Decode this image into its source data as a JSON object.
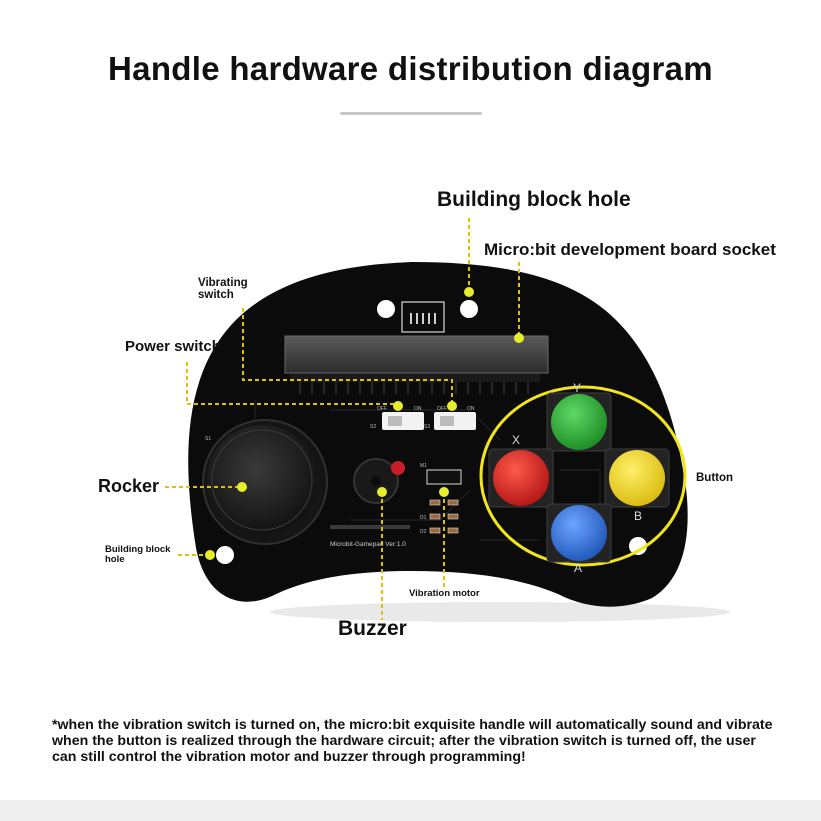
{
  "title": "Handle hardware distribution diagram",
  "board": {
    "silkscreen_model": "Microbit-Gamepad  Ver:1.0",
    "button_letters": {
      "y": "Y",
      "x": "X",
      "b": "B",
      "a": "A"
    },
    "component_refs": {
      "s1": "S1",
      "s2": "S2",
      "s3": "S3",
      "m1": "M1",
      "d1": "D1",
      "d2": "D2"
    },
    "switch_marks": {
      "off": "OFF",
      "on": "ON"
    }
  },
  "labels": {
    "building_block_hole_top": "Building block hole",
    "socket": "Micro:bit development board socket",
    "vibrating_switch": "Vibrating switch",
    "power_switch": "Power switch",
    "rocker": "Rocker",
    "button": "Button",
    "building_block_hole_left": "Building block hole",
    "vibration_motor": "Vibration motor",
    "buzzer": "Buzzer"
  },
  "footnote": "*when the vibration switch is turned on, the micro:bit exquisite handle will automatically sound and vibrate when the button is realized through the hardware circuit; after the vibration switch is turned off, the user can still control the vibration motor and buzzer through programming!",
  "colors": {
    "board": "#0b0b0b",
    "pcb_trace": "#232323",
    "leader_dot": "#e4ee2a",
    "leader_line": "#ddc400",
    "button_ring": "#f2e51a",
    "button_y": "#1faa2c",
    "button_x": "#d71e1e",
    "button_b": "#f2d91c",
    "button_a": "#2d6fd0"
  }
}
